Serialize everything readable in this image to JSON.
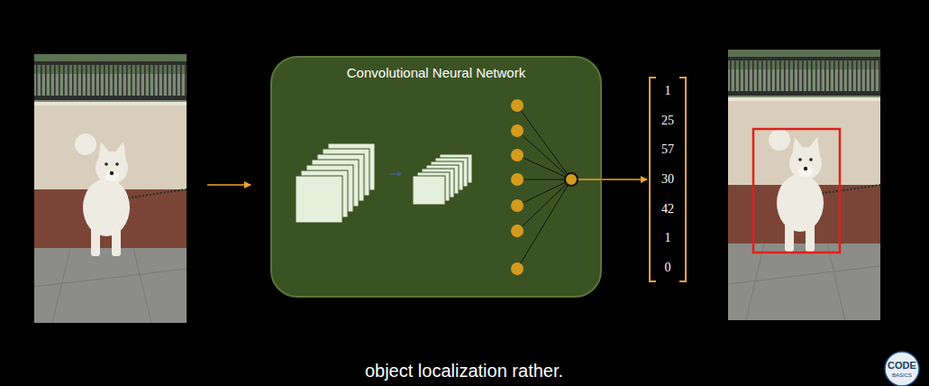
{
  "diagram": {
    "caption": "object localization rather.",
    "nodes": [
      {
        "text": [
          "Convolutional Neural Network"
        ]
      },
      {
        "text": [
          "1",
          "25",
          "57",
          "30",
          "42",
          "1",
          "0"
        ]
      }
    ],
    "edges": [
      {
        "from": 0,
        "to": 1,
        "arrow": "to"
      }
    ],
    "labels": [
      "CODE",
      "BASICS"
    ]
  }
}
